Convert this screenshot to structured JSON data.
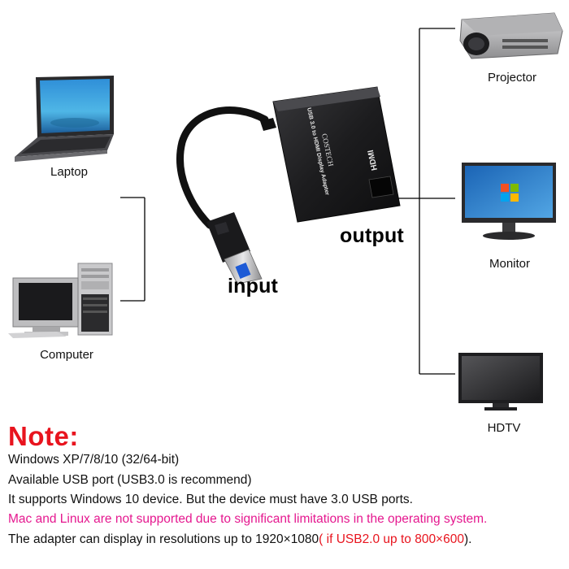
{
  "devices": {
    "laptop": "Laptop",
    "computer": "Computer",
    "projector": "Projector",
    "monitor": "Monitor",
    "hdtv": "HDTV"
  },
  "adapter": {
    "port_label_top": "USB 3.0 to HDMI Display Adapter",
    "brand": "COSTECH",
    "hdmi_label": "HDMI",
    "input_label": "input",
    "output_label": "output"
  },
  "notes": {
    "title": "Note:",
    "lines": [
      "Windows XP/7/8/10 (32/64-bit)",
      "Available USB port (USB3.0 is recommend)",
      "It supports Windows 10 device. But the device must have 3.0 USB ports.",
      "Mac and Linux are not supported due to significant limitations in the operating system."
    ],
    "last_line_main": "The adapter can display in resolutions up to 1920×1080",
    "last_line_red": "( if USB2.0 up to 800×600",
    "last_line_end": ")."
  },
  "colors": {
    "note_red": "#e8141e",
    "note_magenta": "#e5188f",
    "adapter_body": "#1c1c1e",
    "connector_lines": "#000000"
  }
}
